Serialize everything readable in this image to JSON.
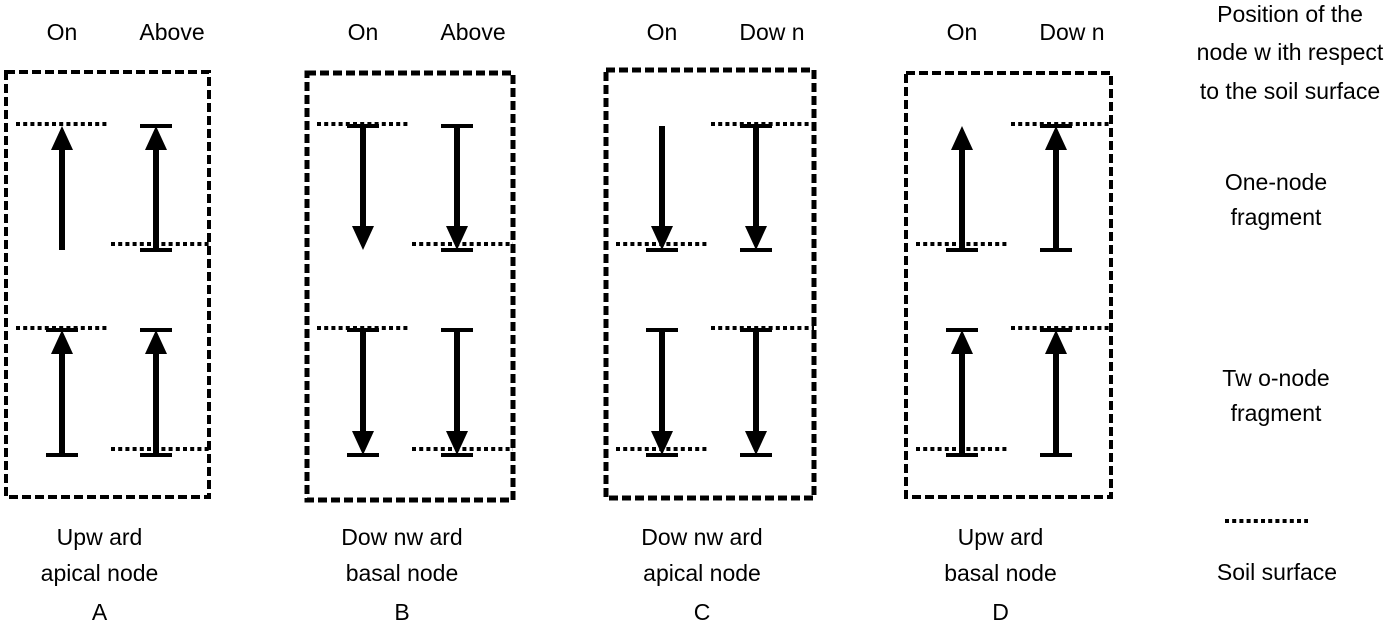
{
  "panels": [
    {
      "letter": "A",
      "caption": [
        "Upw ard",
        "apical node"
      ],
      "col_labels": [
        "On",
        "Above"
      ],
      "fragments": [
        {
          "column": "On",
          "nodes": 1,
          "arrow": "up",
          "soil_surface": "top"
        },
        {
          "column": "Above",
          "nodes": 1,
          "arrow": "up",
          "soil_surface": "bottom"
        },
        {
          "column": "On",
          "nodes": 2,
          "arrow": "up",
          "soil_surface": "top"
        },
        {
          "column": "Above",
          "nodes": 2,
          "arrow": "up",
          "soil_surface": "bottom"
        }
      ]
    },
    {
      "letter": "B",
      "caption": [
        "Dow nw ard",
        "basal node"
      ],
      "col_labels": [
        "On",
        "Above"
      ],
      "fragments": [
        {
          "column": "On",
          "nodes": 1,
          "arrow": "down",
          "soil_surface": "top"
        },
        {
          "column": "Above",
          "nodes": 1,
          "arrow": "down",
          "soil_surface": "bottom"
        },
        {
          "column": "On",
          "nodes": 2,
          "arrow": "down",
          "soil_surface": "top"
        },
        {
          "column": "Above",
          "nodes": 2,
          "arrow": "down",
          "soil_surface": "bottom"
        }
      ]
    },
    {
      "letter": "C",
      "caption": [
        "Dow nw ard",
        "apical node"
      ],
      "col_labels": [
        "On",
        "Dow n"
      ],
      "fragments": [
        {
          "column": "On",
          "nodes": 1,
          "arrow": "down",
          "soil_surface": "bottom"
        },
        {
          "column": "Down",
          "nodes": 1,
          "arrow": "down",
          "soil_surface": "top"
        },
        {
          "column": "On",
          "nodes": 2,
          "arrow": "down",
          "soil_surface": "bottom"
        },
        {
          "column": "Down",
          "nodes": 2,
          "arrow": "down",
          "soil_surface": "top"
        }
      ]
    },
    {
      "letter": "D",
      "caption": [
        "Upw ard",
        "basal node"
      ],
      "col_labels": [
        "On",
        "Dow n"
      ],
      "fragments": [
        {
          "column": "On",
          "nodes": 1,
          "arrow": "up",
          "soil_surface": "bottom"
        },
        {
          "column": "Down",
          "nodes": 1,
          "arrow": "up",
          "soil_surface": "top"
        },
        {
          "column": "On",
          "nodes": 2,
          "arrow": "up",
          "soil_surface": "bottom"
        },
        {
          "column": "Down",
          "nodes": 2,
          "arrow": "up",
          "soil_surface": "top"
        }
      ]
    }
  ],
  "legend": {
    "position_header": [
      "Position of the",
      "node w ith respect",
      "to the soil surface"
    ],
    "one_node": [
      "One-node",
      "fragment"
    ],
    "two_node": [
      "Tw o-node",
      "fragment"
    ],
    "soil_surface": "Soil surface"
  }
}
